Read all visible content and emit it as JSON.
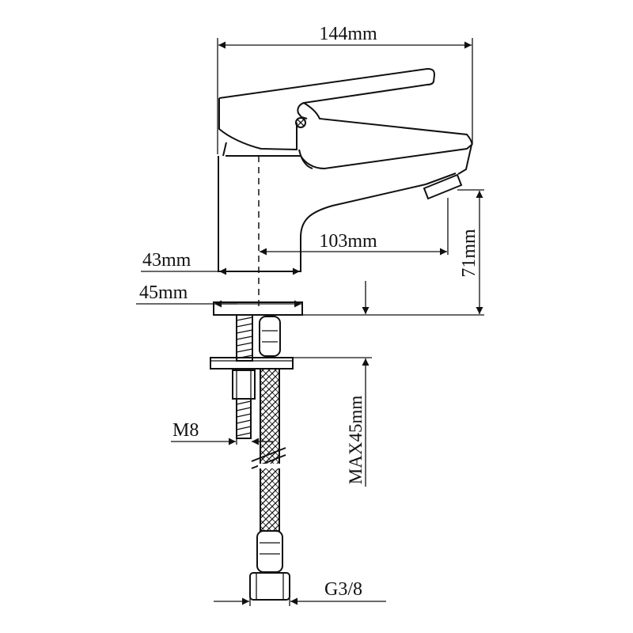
{
  "dimensions": {
    "overall_length": "144mm",
    "spout_reach": "103mm",
    "spout_height": "71mm",
    "body_diameter": "43mm",
    "base_diameter": "45mm",
    "max_deck_thickness": "MAX45mm",
    "stud_thread": "M8",
    "hose_connection": "G3/8"
  }
}
